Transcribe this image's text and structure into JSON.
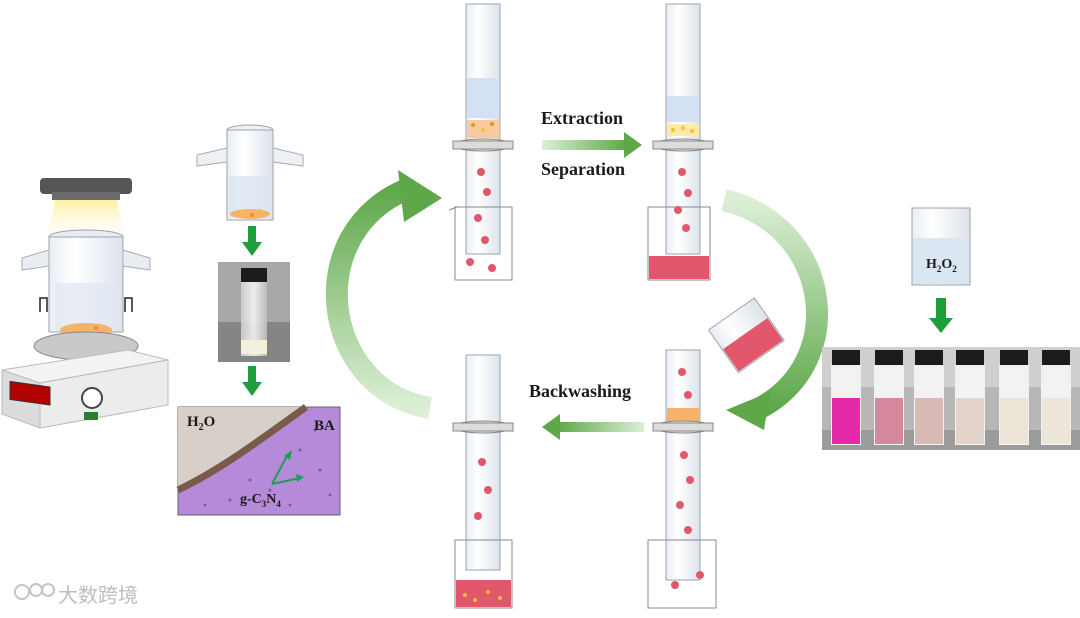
{
  "steps": {
    "extraction": "Extraction",
    "separation": "Separation",
    "backwashing": "Backwashing"
  },
  "micro": {
    "h2o": "H",
    "h2o_sub": "2",
    "h2o_tail": "O",
    "ba": "BA",
    "gcn_a": "g-C",
    "gcn_sub1": "3",
    "gcn_b": "N",
    "gcn_sub2": "4"
  },
  "reagent": {
    "h": "H",
    "sub1": "2",
    "o": "O",
    "sub2": "2"
  },
  "watermark": "大数跨境",
  "colors": {
    "arrow_green": "#6aa84f",
    "pink_solution": "#e2576b",
    "particles": "#f2c14e",
    "micrograph": "#b98ad6"
  }
}
